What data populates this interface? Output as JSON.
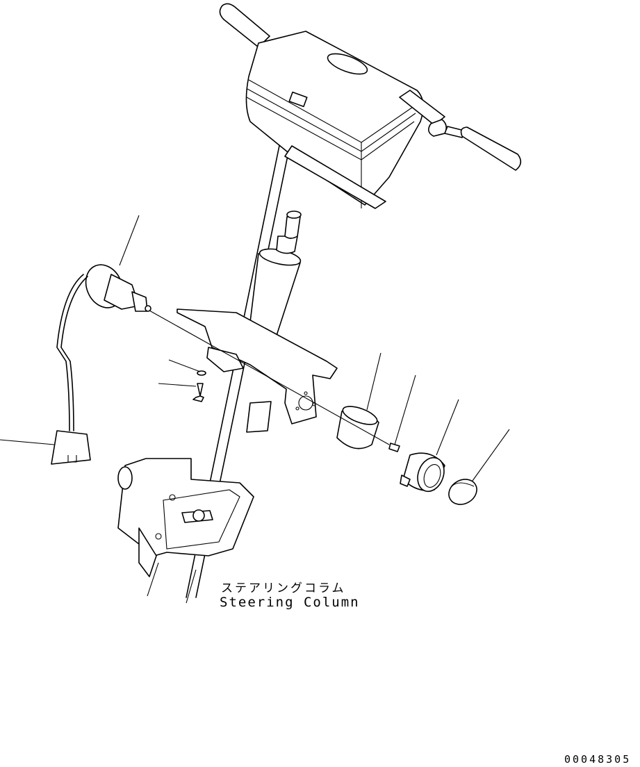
{
  "caption": {
    "japanese": "ステアリングコラム",
    "english": "Steering Column"
  },
  "drawing_code": "00048305",
  "colors": {
    "line": "#000000",
    "background": "#ffffff"
  }
}
